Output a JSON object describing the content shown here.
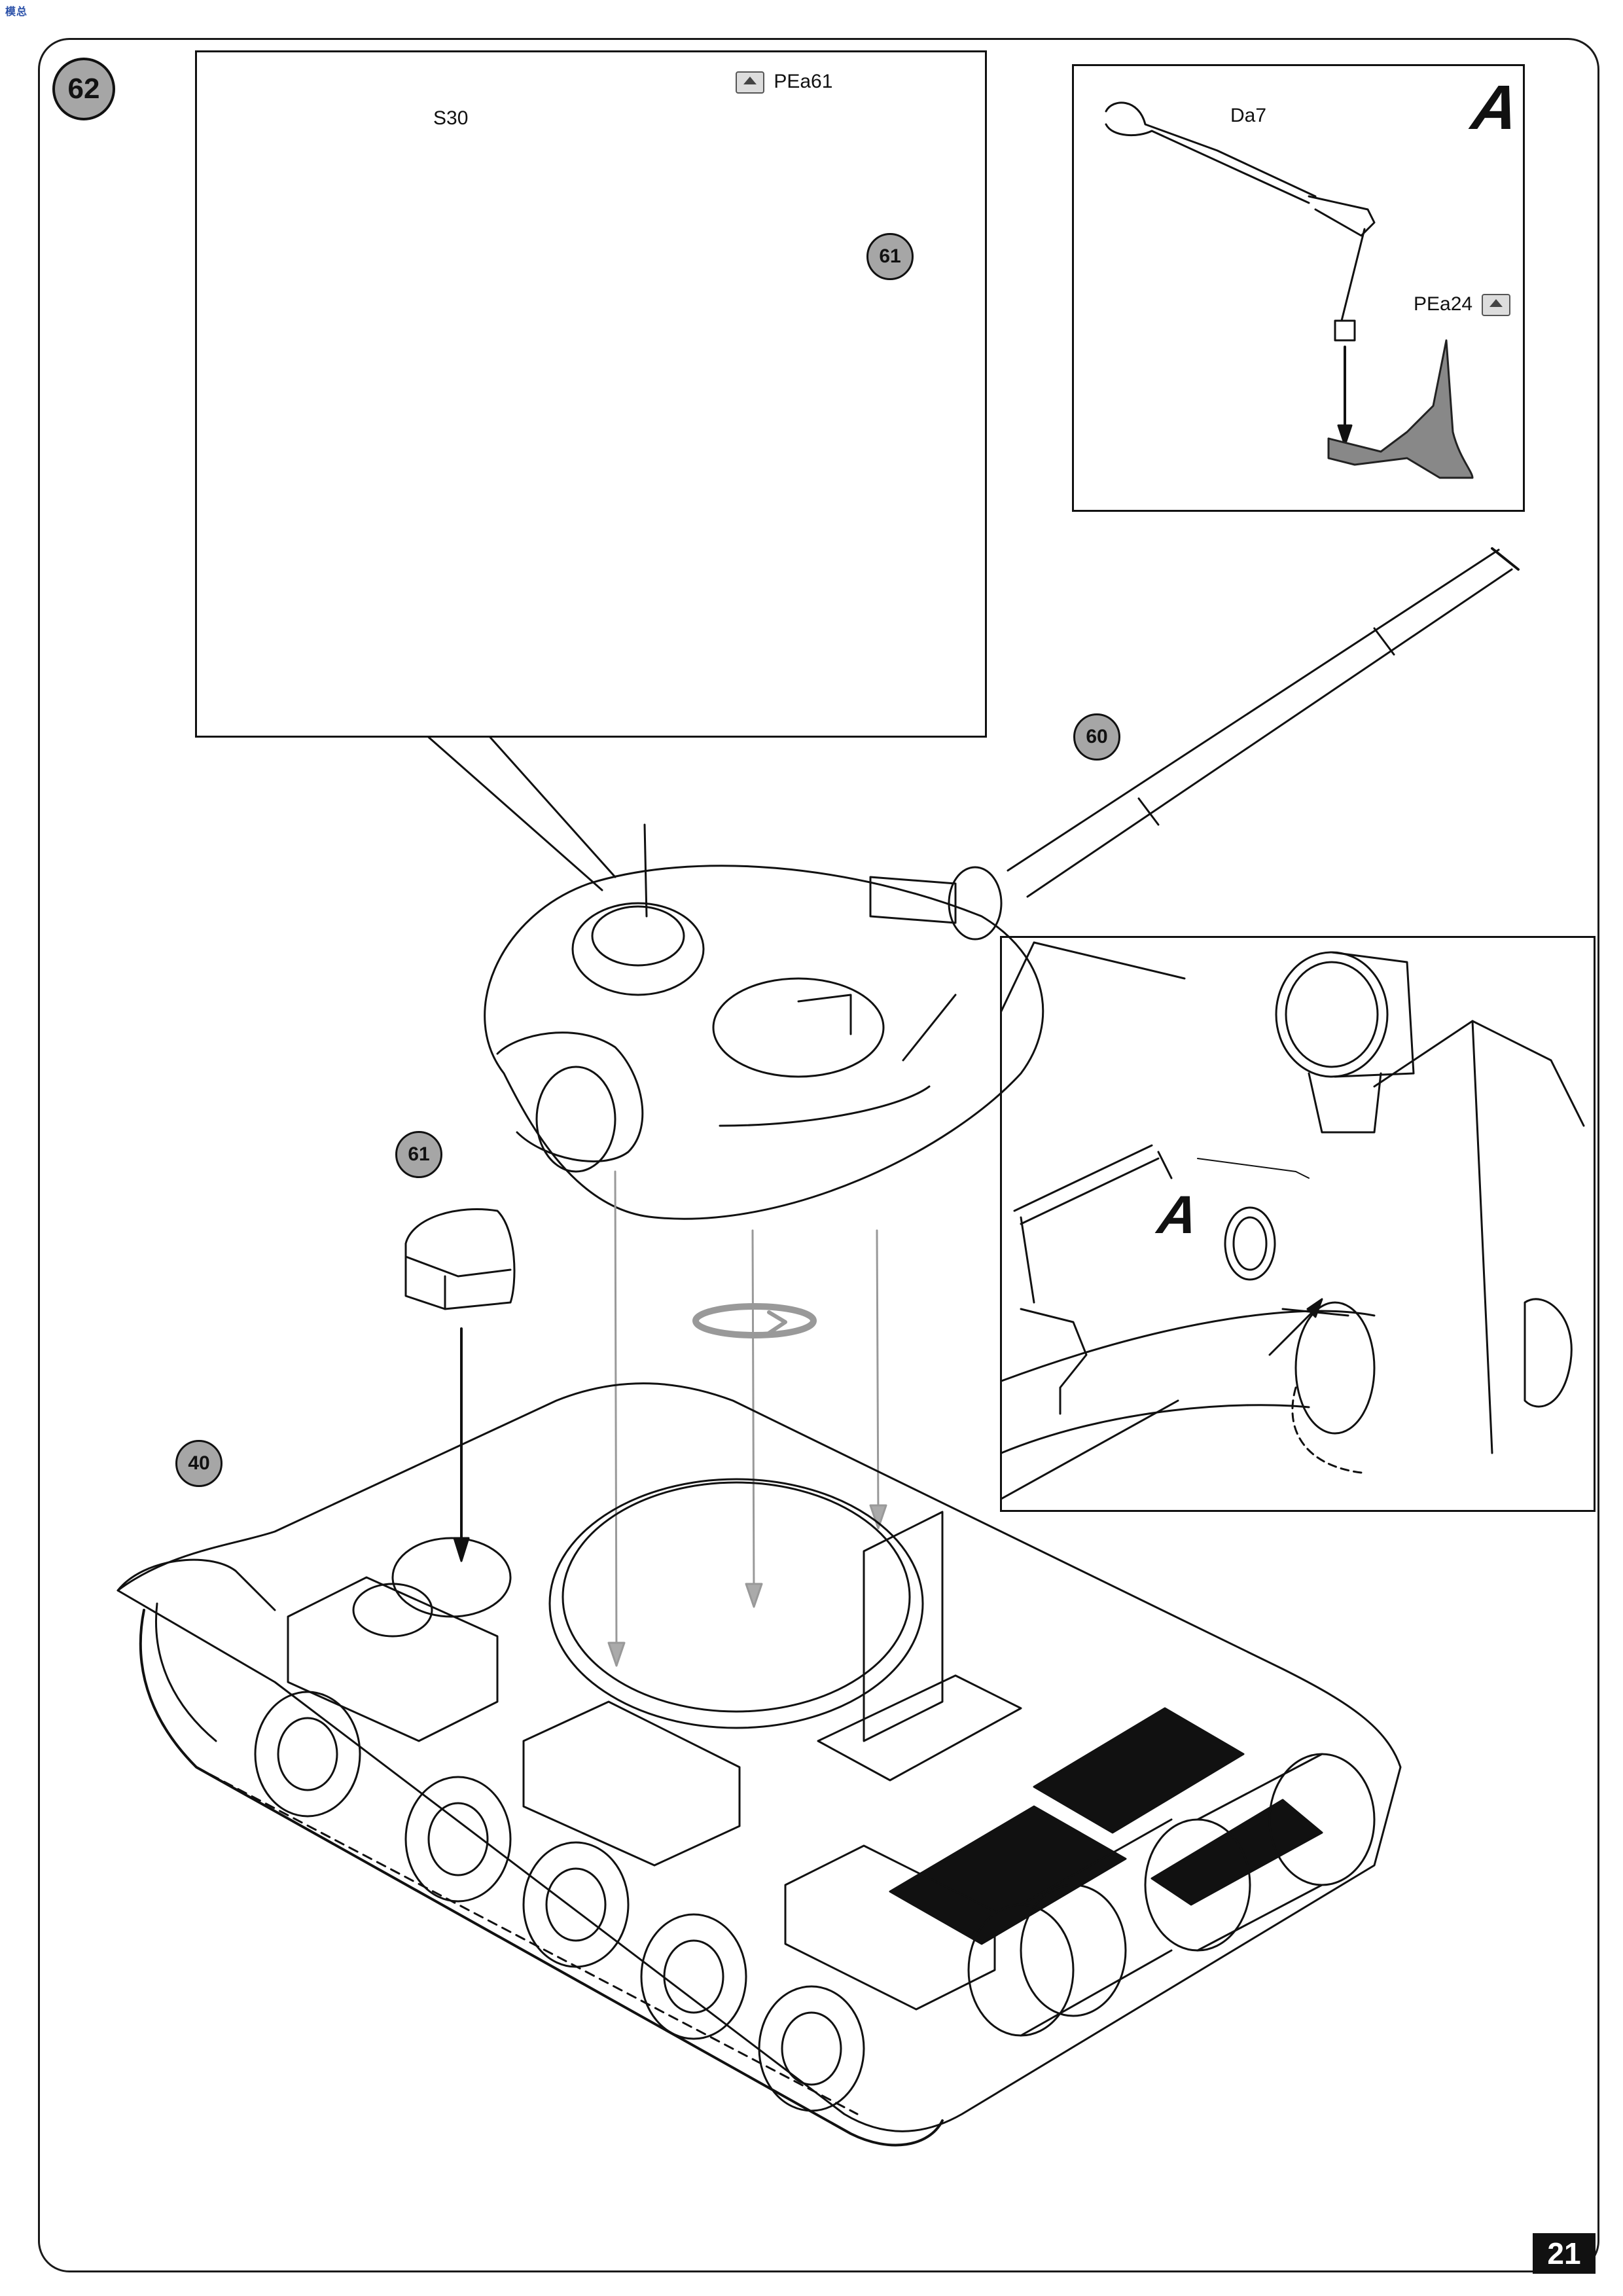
{
  "step_number": "62",
  "page_number": "21",
  "logo_text": "模总",
  "detail_letter": "A",
  "parts": {
    "s30": "S30",
    "pea61": "PEa61",
    "da7": "Da7",
    "pea24": "PEa24"
  },
  "callouts": {
    "c61_top": "61",
    "c60": "60",
    "c61_mid": "61",
    "c40": "40"
  },
  "icons": [
    "photo-etch-icon",
    "rotate-arrow-icon"
  ]
}
